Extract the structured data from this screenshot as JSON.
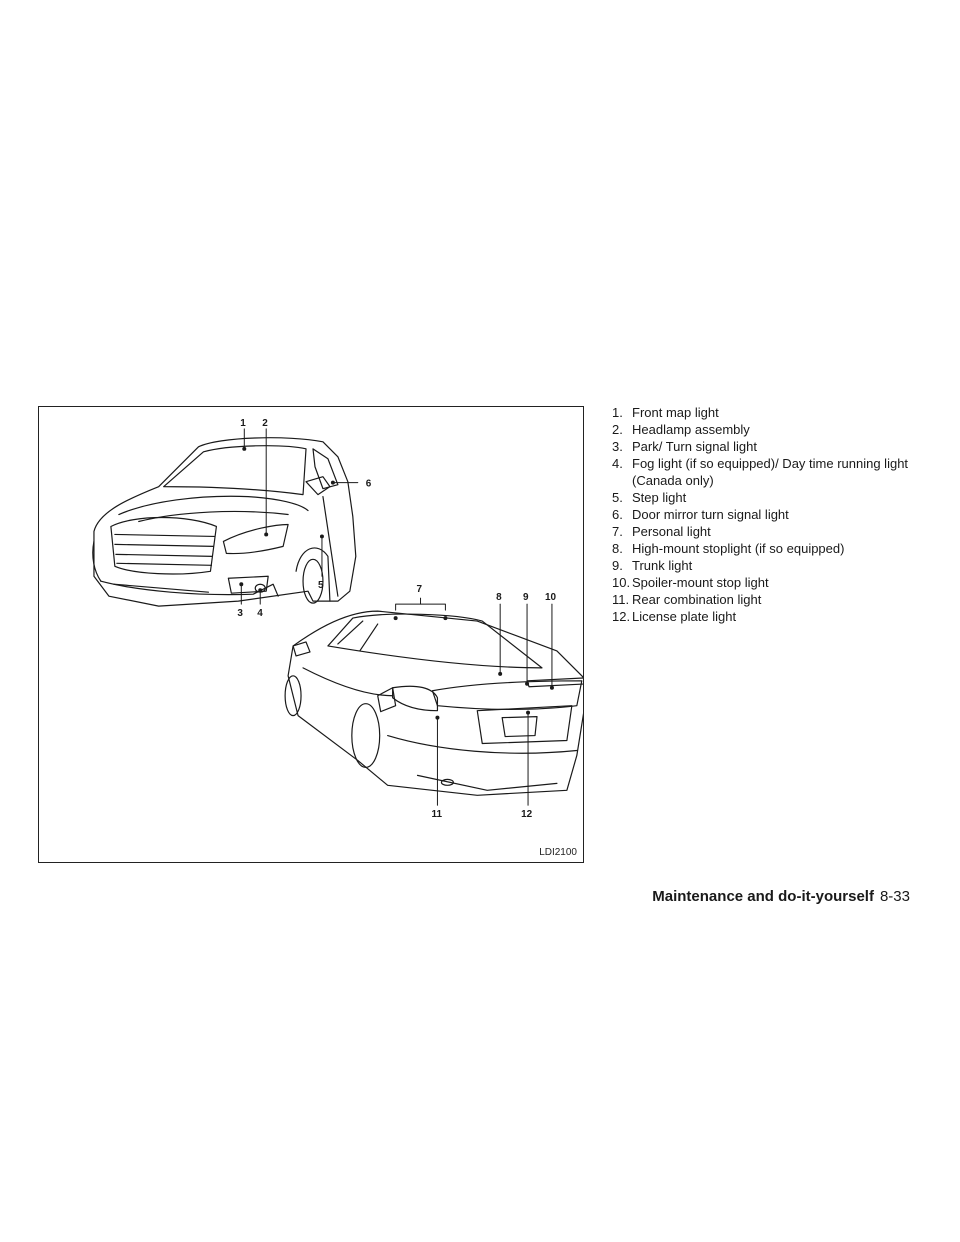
{
  "figure": {
    "ref_code": "LDI2100",
    "callouts": [
      "1",
      "2",
      "3",
      "4",
      "5",
      "6",
      "7",
      "8",
      "9",
      "10",
      "11",
      "12"
    ]
  },
  "legend": [
    {
      "num": "1.",
      "text": "Front map light"
    },
    {
      "num": "2.",
      "text": "Headlamp assembly"
    },
    {
      "num": "3.",
      "text": "Park/ Turn signal light"
    },
    {
      "num": "4.",
      "text": "Fog light (if so equipped)/ Day time running light (Canada only)"
    },
    {
      "num": "5.",
      "text": "Step light"
    },
    {
      "num": "6.",
      "text": "Door mirror turn signal light"
    },
    {
      "num": "7.",
      "text": "Personal light"
    },
    {
      "num": "8.",
      "text": "High-mount stoplight (if so equipped)"
    },
    {
      "num": "9.",
      "text": "Trunk light"
    },
    {
      "num": "10.",
      "text": "Spoiler-mount stop light"
    },
    {
      "num": "11.",
      "text": "Rear combination light"
    },
    {
      "num": "12.",
      "text": "License plate light"
    }
  ],
  "footer": {
    "section": "Maintenance and do-it-yourself",
    "page": "8-33"
  }
}
